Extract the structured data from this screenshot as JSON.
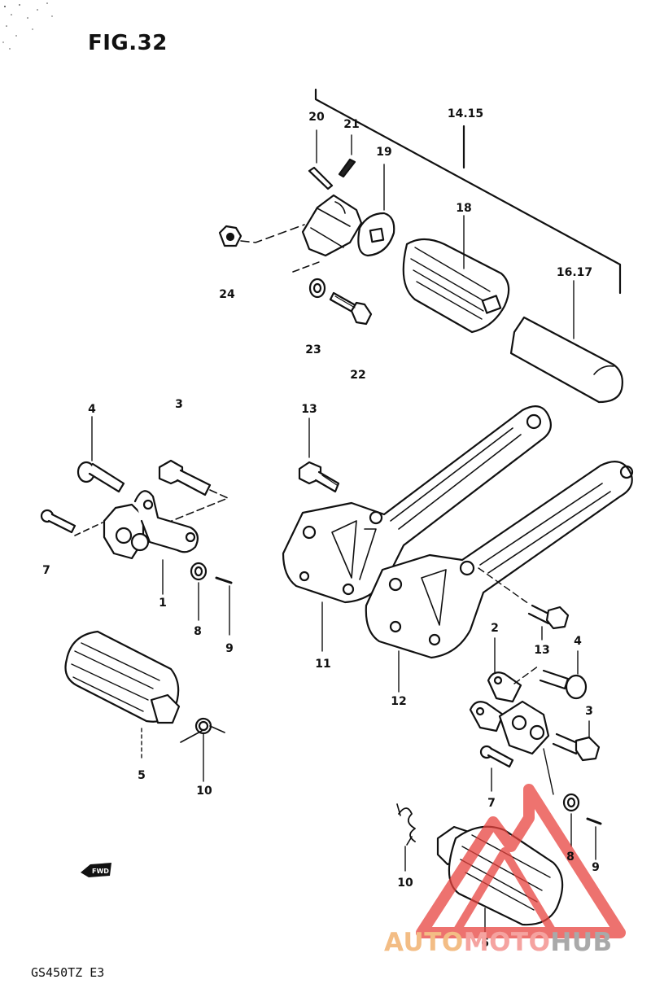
{
  "figure": {
    "title": "FIG.32",
    "model": "GS450TZ E3",
    "fwd_label": "FWD"
  },
  "callouts": [
    {
      "id": "c20",
      "label": "20"
    },
    {
      "id": "c21",
      "label": "21"
    },
    {
      "id": "c19",
      "label": "19"
    },
    {
      "id": "c1415",
      "label": "14.15"
    },
    {
      "id": "c18",
      "label": "18"
    },
    {
      "id": "c1617",
      "label": "16.17"
    },
    {
      "id": "c24",
      "label": "24"
    },
    {
      "id": "c23",
      "label": "23"
    },
    {
      "id": "c22",
      "label": "22"
    },
    {
      "id": "c4a",
      "label": "4"
    },
    {
      "id": "c3a",
      "label": "3"
    },
    {
      "id": "c13a",
      "label": "13"
    },
    {
      "id": "c7a",
      "label": "7"
    },
    {
      "id": "c1",
      "label": "1"
    },
    {
      "id": "c8a",
      "label": "8"
    },
    {
      "id": "c9a",
      "label": "9"
    },
    {
      "id": "c11",
      "label": "11"
    },
    {
      "id": "c12",
      "label": "12"
    },
    {
      "id": "c13b",
      "label": "13"
    },
    {
      "id": "c4b",
      "label": "4"
    },
    {
      "id": "c2",
      "label": "2"
    },
    {
      "id": "c3b",
      "label": "3"
    },
    {
      "id": "c5",
      "label": "5"
    },
    {
      "id": "c10a",
      "label": "10"
    },
    {
      "id": "c7b",
      "label": "7"
    },
    {
      "id": "c8b",
      "label": "8"
    },
    {
      "id": "c9b",
      "label": "9"
    },
    {
      "id": "c10b",
      "label": "10"
    },
    {
      "id": "c6",
      "label": "6"
    }
  ],
  "watermark": {
    "part1": "AUTO",
    "part2": "MOTO",
    "part3": "HUB",
    "color_auto": "#f3bd85",
    "color_moto": "#f5a3a0",
    "color_hub": "#a9a9a9",
    "logo_color": "#e8443f"
  }
}
